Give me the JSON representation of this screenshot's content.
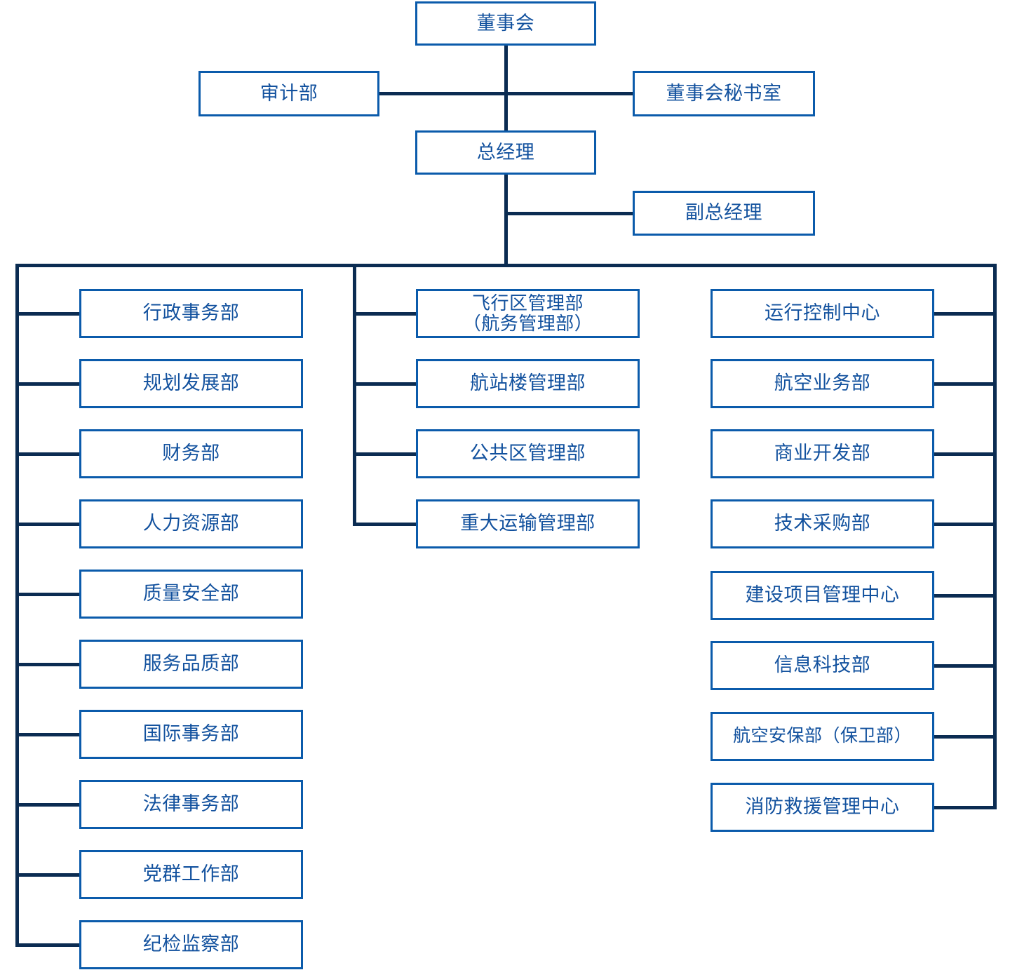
{
  "diagram": {
    "title": "organization-chart",
    "colors": {
      "box_border": "#0b5bab",
      "connector": "#0b2c52",
      "text": "#12519e",
      "background": "#ffffff"
    },
    "top": {
      "board": "董事会",
      "audit": "审计部",
      "board_secretariat": "董事会秘书室",
      "general_manager": "总经理",
      "deputy_general_manager": "副总经理"
    },
    "columns": {
      "left": {
        "name": "left-department-column",
        "items": [
          "行政事务部",
          "规划发展部",
          "财务部",
          "人力资源部",
          "质量安全部",
          "服务品质部",
          "国际事务部",
          "法律事务部",
          "党群工作部",
          "纪检监察部"
        ]
      },
      "middle": {
        "name": "middle-department-column",
        "items": [
          "飞行区管理部\n（航务管理部）",
          "航站楼管理部",
          "公共区管理部",
          "重大运输管理部"
        ]
      },
      "right": {
        "name": "right-department-column",
        "items": [
          "运行控制中心",
          "航空业务部",
          "商业开发部",
          "技术采购部",
          "建设项目管理中心",
          "信息科技部",
          "航空安保部（保卫部）",
          "消防救援管理中心"
        ]
      }
    }
  }
}
